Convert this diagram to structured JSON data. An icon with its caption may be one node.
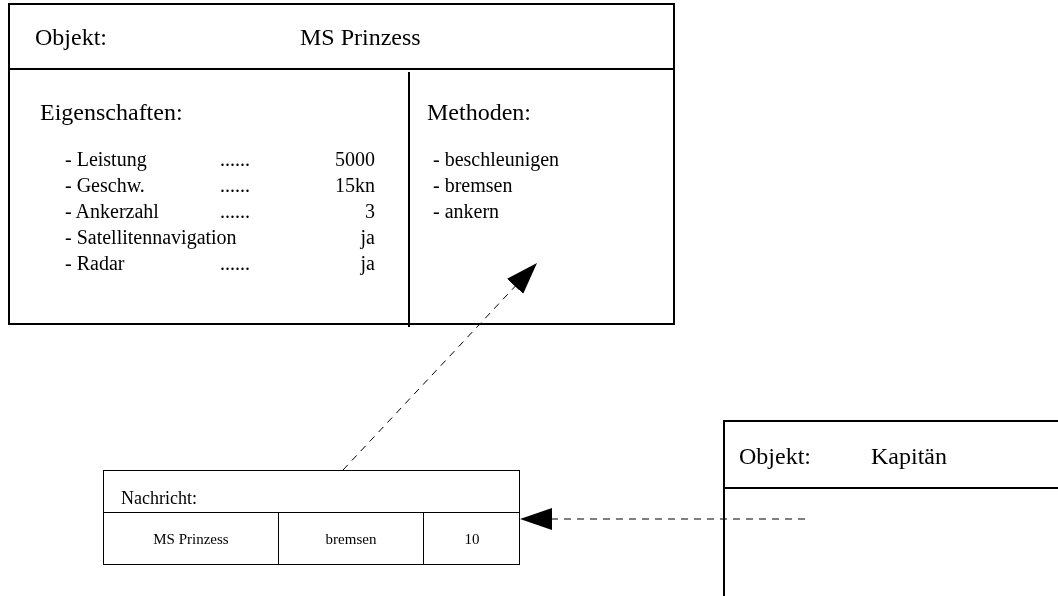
{
  "diagram": {
    "nodes": [
      {
        "text": [
          "Objekt:",
          "MS Prinzess"
        ]
      },
      {
        "text": [
          "Eigenschaften:",
          "- Leistung",
          "......",
          "5000",
          "- Geschw.",
          "......",
          "15kn",
          "- Ankerzahl",
          "......",
          "3",
          "- Satellitennavigation",
          "ja",
          "- Radar",
          "......",
          "ja"
        ],
        "in": 0
      },
      {
        "text": [
          "Methoden:",
          "- beschleunigen",
          "- bremsen",
          "- ankern"
        ],
        "in": 0
      },
      {
        "text": [
          "Nachricht:",
          "MS Prinzess",
          "bremsen",
          "10"
        ]
      },
      {
        "text": [
          "Objekt:",
          "Kapitän"
        ]
      }
    ],
    "edges": [
      {
        "from": 3,
        "to": 2,
        "arrow": "to",
        "style": "dashed"
      },
      {
        "from": 4,
        "to": 3,
        "arrow": "to",
        "style": "dashed"
      }
    ]
  }
}
